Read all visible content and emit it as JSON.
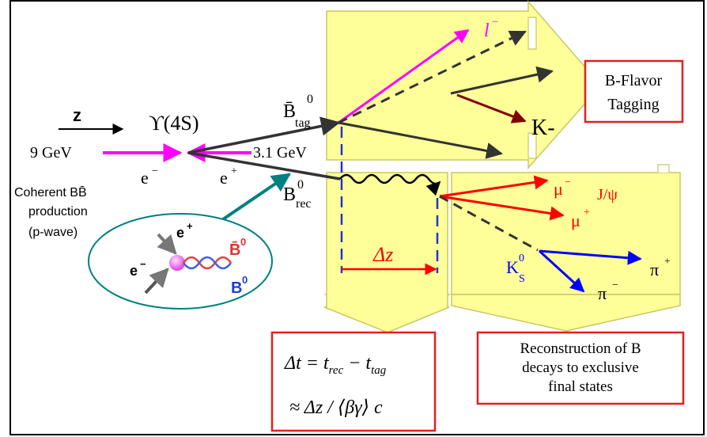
{
  "colors": {
    "yellow_fill": "#ffff99",
    "yellow_edge": "#c8c864",
    "magenta": "#ff00ff",
    "dark_gray": "#333333",
    "red": "#ff0000",
    "blue": "#0000ff",
    "dark_red": "#800000",
    "teal": "#008080",
    "dashed_blue": "#2233cc",
    "brown": "#a0522d"
  },
  "beam": {
    "z_label": "z",
    "energy_left": "9 GeV",
    "energy_right": "3.1 GeV",
    "electron": "e",
    "electron_sup": "−",
    "positron": "e",
    "positron_sup": "+",
    "resonance": "ϒ(4S)"
  },
  "production": {
    "line1": "Coherent BB̄",
    "line2": "production",
    "line3": "(p-wave)"
  },
  "inset": {
    "e_plus": "e",
    "e_plus_sup": "+",
    "e_minus": "e",
    "e_minus_sup": "−",
    "b0bar": "B̄",
    "b0bar_sup": "0",
    "b0": "B",
    "b0_sup": "0"
  },
  "tag_side": {
    "b_tag_main": "B̄",
    "b_tag_sup": "0",
    "b_tag_sub": "tag",
    "lepton": "l",
    "lepton_sup": "−",
    "kaon": "K-"
  },
  "rec_side": {
    "b_rec_main": "B",
    "b_rec_sup": "0",
    "b_rec_sub": "rec",
    "mu_minus": "μ",
    "mu_minus_sup": "−",
    "mu_plus": "μ",
    "mu_plus_sup": "+",
    "jpsi": "J/ψ",
    "ks_main": "K",
    "ks_sup": "0",
    "ks_sub": "S",
    "pi_plus": "π",
    "pi_plus_sup": "+",
    "pi_minus": "π",
    "pi_minus_sup": "−"
  },
  "delta_z": "Δz",
  "boxes": {
    "flavor_line1": "B-Flavor",
    "flavor_line2": "Tagging",
    "reco_line1": "Reconstruction of B",
    "reco_line2": "decays to exclusive",
    "reco_line3": "final states"
  },
  "formula": {
    "line1": "Δt = t",
    "line1_sub1": "rec",
    "line1_mid": " − t",
    "line1_sub2": "tag",
    "line2": "≈ Δz / ⟨βγ⟩ c"
  }
}
